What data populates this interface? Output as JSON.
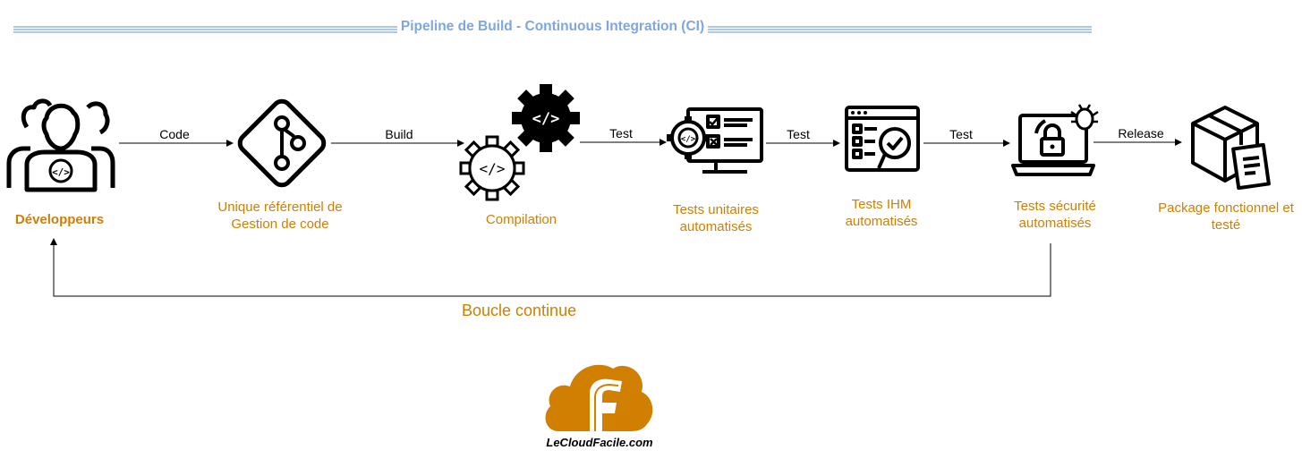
{
  "title": "Pipeline de Build - Continuous Integration (CI)",
  "nodes": [
    {
      "id": "developers",
      "label": "Développeurs",
      "icon": "developers-group-icon"
    },
    {
      "id": "repo",
      "label": "Unique référentiel de Gestion de code",
      "icon": "git-branch-icon"
    },
    {
      "id": "compile",
      "label": "Compilation",
      "icon": "code-gears-icon"
    },
    {
      "id": "unit-tests",
      "label": "Tests unitaires automatisés",
      "icon": "checklist-monitor-gear-icon"
    },
    {
      "id": "ui-tests",
      "label": "Tests IHM automatisés",
      "icon": "browser-magnifier-check-icon"
    },
    {
      "id": "security-tests",
      "label": "Tests sécurité automatisés",
      "icon": "laptop-lock-bug-icon"
    },
    {
      "id": "package",
      "label": "Package fonctionnel et testé",
      "icon": "package-box-icon"
    }
  ],
  "edges": [
    {
      "from": "developers",
      "to": "repo",
      "label": "Code"
    },
    {
      "from": "repo",
      "to": "compile",
      "label": "Build"
    },
    {
      "from": "compile",
      "to": "unit-tests",
      "label": "Test"
    },
    {
      "from": "unit-tests",
      "to": "ui-tests",
      "label": "Test"
    },
    {
      "from": "ui-tests",
      "to": "security-tests",
      "label": "Test"
    },
    {
      "from": "security-tests",
      "to": "package",
      "label": "Release"
    }
  ],
  "loop": {
    "from": "security-tests",
    "to": "developers",
    "label": "Boucle continue"
  },
  "brand": {
    "text": "LeCloudFacile.com",
    "logo_color": "#d07f00"
  },
  "colors": {
    "title": "#7ea6e0",
    "node_label": "#d07f00",
    "edge": "#000000"
  }
}
